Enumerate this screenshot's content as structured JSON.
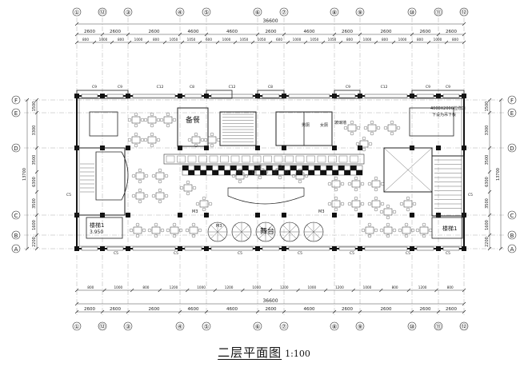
{
  "drawing": {
    "title": "二层平面图",
    "scale": "1:100",
    "total_width": "36600",
    "total_depth": "13700"
  },
  "axes": {
    "columns": [
      "①",
      "⑫",
      "③",
      "④",
      "⑤",
      "⑥",
      "⑦",
      "⑧",
      "⑨",
      "⑩",
      "⑪",
      "⑫"
    ],
    "rows": [
      "F",
      "E",
      "D",
      "C",
      "B",
      "A"
    ]
  },
  "dims": {
    "bays": [
      "2600",
      "2600",
      "2600",
      "4600",
      "4600",
      "2600",
      "4600",
      "2600",
      "2600",
      "2600",
      "2600"
    ],
    "sub_top": [
      "800",
      "1000",
      "800",
      "1000",
      "800",
      "1050",
      "1050",
      "600",
      "1000",
      "1050",
      "1050",
      "600",
      "1000",
      "1050",
      "1050",
      "800",
      "1000",
      "800",
      "1000",
      "800",
      "1000",
      "800"
    ],
    "sub_bottom": [
      "800",
      "1000",
      "800",
      "1200",
      "1000",
      "1200",
      "1000",
      "1200",
      "1000",
      "1200",
      "1000",
      "800",
      "1200",
      "800"
    ],
    "left_rows": [
      "1500",
      "3300",
      "3500",
      "6300",
      "3500",
      "1600",
      "2200"
    ],
    "right_rows": [
      "1500",
      "3300",
      "3500",
      "6300",
      "3500",
      "1600",
      "2200"
    ]
  },
  "labels": {
    "room_kitchen": "备餐",
    "stage": "舞台",
    "stair_1": "楼梯1",
    "stair_2": "楼梯1",
    "level": "3.950",
    "elevator_note": "4000X2000检修口",
    "elevator_note2": "下设为吊下板",
    "glass_wall": "玻璃墙",
    "toilet_m": "男厕",
    "toilet_f": "女厕",
    "door_m": "M3"
  },
  "window_tags": {
    "top": [
      "C9",
      "C9",
      "C12",
      "C8",
      "C12",
      "C8",
      "C9",
      "C12",
      "C9",
      "C9"
    ],
    "bottom": [
      "C5",
      "C5",
      "C5",
      "C5",
      "C5",
      "C5",
      "C5"
    ],
    "side": [
      "C5",
      "C5"
    ]
  }
}
